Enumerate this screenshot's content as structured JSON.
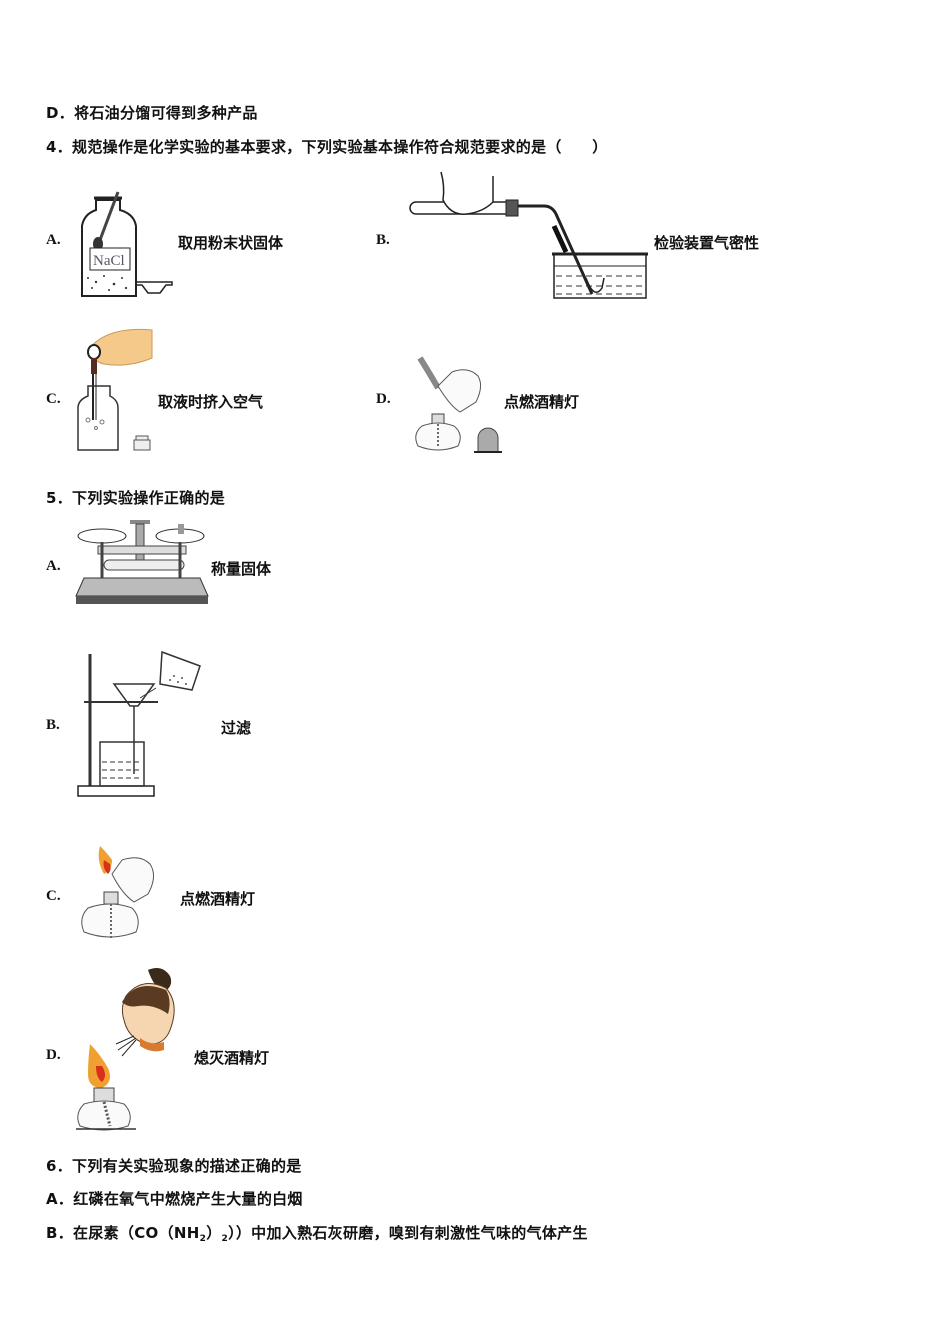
{
  "document": {
    "q3": {
      "option_d": {
        "label": "D．",
        "text": "将石油分馏可得到多种产品"
      }
    },
    "q4": {
      "number": "4．",
      "stem": "规范操作是化学实验的基本要求，下列实验基本操作符合规范要求的是（　　）",
      "options": [
        {
          "label": "A.",
          "caption": "取用粉末状固体",
          "figure": "wide-mouth-bottle-spoon-icon",
          "figure_text": "NaCl"
        },
        {
          "label": "B.",
          "caption": "检验装置气密性",
          "figure": "test-tube-airtightness-icon"
        },
        {
          "label": "C.",
          "caption": "取液时挤入空气",
          "figure": "dropper-bottle-icon"
        },
        {
          "label": "D.",
          "caption": "点燃酒精灯",
          "figure": "lamp-to-lamp-lighting-icon"
        }
      ]
    },
    "q5": {
      "number": "5．",
      "stem": "下列实验操作正确的是",
      "options": [
        {
          "label": "A.",
          "caption": "称量固体",
          "figure": "balance-scale-icon"
        },
        {
          "label": "B.",
          "caption": "过滤",
          "figure": "filtration-apparatus-icon"
        },
        {
          "label": "C.",
          "caption": "点燃酒精灯",
          "figure": "lamp-to-lamp-lighting-icon"
        },
        {
          "label": "D.",
          "caption": "熄灭酒精灯",
          "figure": "blowing-out-lamp-icon"
        }
      ]
    },
    "q6": {
      "number": "6．",
      "stem": "下列有关实验现象的描述正确的是",
      "options": [
        {
          "label": "A．",
          "text": "红磷在氧气中燃烧产生大量的白烟"
        },
        {
          "label": "B．",
          "text_before": "在尿素（CO（NH",
          "sub1": "2",
          "text_mid": "）",
          "sub2": "2",
          "text_after": "））中加入熟石灰研磨，嗅到有刺激性气味的气体产生"
        }
      ]
    }
  },
  "colors": {
    "text": "#111111",
    "skin": "#f5c98a",
    "flame_outer": "#f0a030",
    "flame_inner": "#d8301a",
    "hair": "#5a3a22"
  }
}
